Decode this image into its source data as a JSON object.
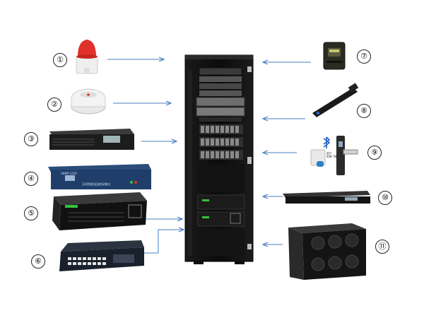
{
  "callouts": [
    "①",
    "②",
    "③",
    "④",
    "⑤",
    "⑥",
    "⑦",
    "⑧",
    "⑨",
    "⑩",
    "⑪"
  ],
  "device_texts": {
    "lock_tag": "蓝牙\n智能门锁",
    "snmp_caption": "无线智能温湿度采集仪",
    "snmp_code": "SNMP-1200"
  },
  "colors": {
    "arrow": "#4a7fc1",
    "rack": "#0d0d0d",
    "green_led": "#36c13a",
    "alarm_red": "#e0312b"
  },
  "icons": [
    "strobe-alarm-icon",
    "smoke-detector-icon",
    "rack-server-icon",
    "ip-controller-icon",
    "ups-icon",
    "network-switch-icon",
    "sensor-box-icon",
    "led-bar-icon",
    "bluetooth-icon",
    "door-lock-icon",
    "rack-ups-icon",
    "air-conditioner-icon"
  ]
}
